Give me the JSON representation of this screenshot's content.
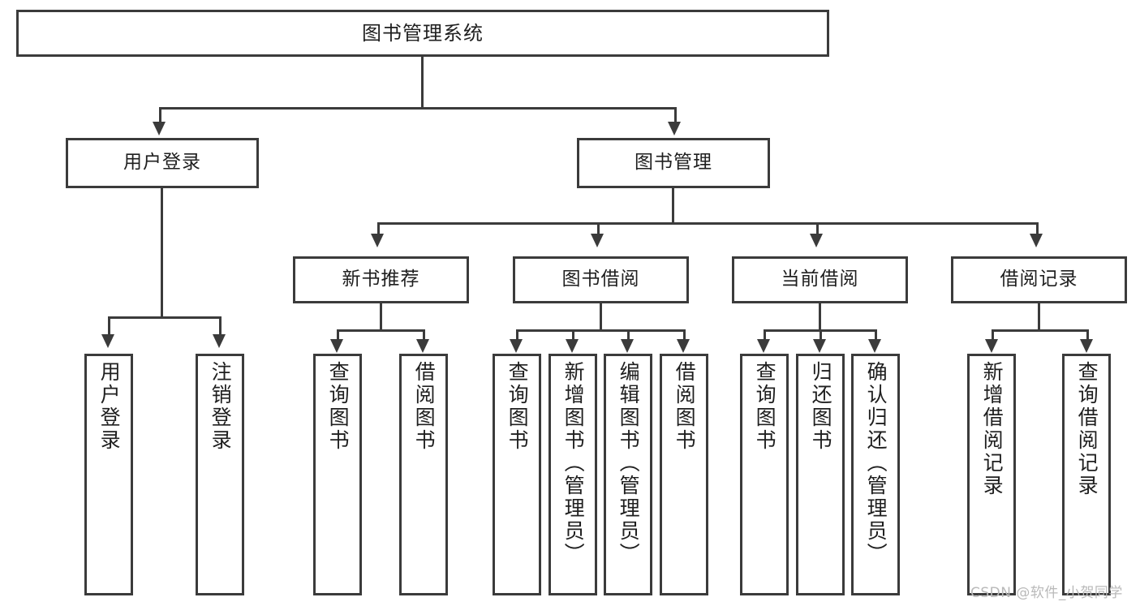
{
  "diagram": {
    "title": "图书管理系统",
    "type": "tree",
    "root": {
      "label": "图书管理系统"
    },
    "level2": [
      {
        "label": "用户登录"
      },
      {
        "label": "图书管理"
      }
    ],
    "level3": [
      {
        "label": "新书推荐"
      },
      {
        "label": "图书借阅"
      },
      {
        "label": "当前借阅"
      },
      {
        "label": "借阅记录"
      }
    ],
    "leaves": {
      "user_login": [
        {
          "label": "用户登录"
        },
        {
          "label": "注销登录"
        }
      ],
      "new_book_recommend": [
        {
          "label": "查询图书"
        },
        {
          "label": "借阅图书"
        }
      ],
      "book_borrow": [
        {
          "label": "查询图书"
        },
        {
          "label": "新增图书（管理员）"
        },
        {
          "label": "编辑图书（管理员）"
        },
        {
          "label": "借阅图书"
        }
      ],
      "current_borrow": [
        {
          "label": "查询图书"
        },
        {
          "label": "归还图书"
        },
        {
          "label": "确认归还（管理员）"
        }
      ],
      "borrow_record": [
        {
          "label": "新增借阅记录"
        },
        {
          "label": "查询借阅记录"
        }
      ]
    }
  },
  "watermark": {
    "text": "CSDN @软件_小贺同学"
  },
  "colors": {
    "stroke": "#3b3b3b",
    "fill": "#ffffff",
    "text": "#1f1f1f",
    "watermark": "#b9b9b9"
  }
}
